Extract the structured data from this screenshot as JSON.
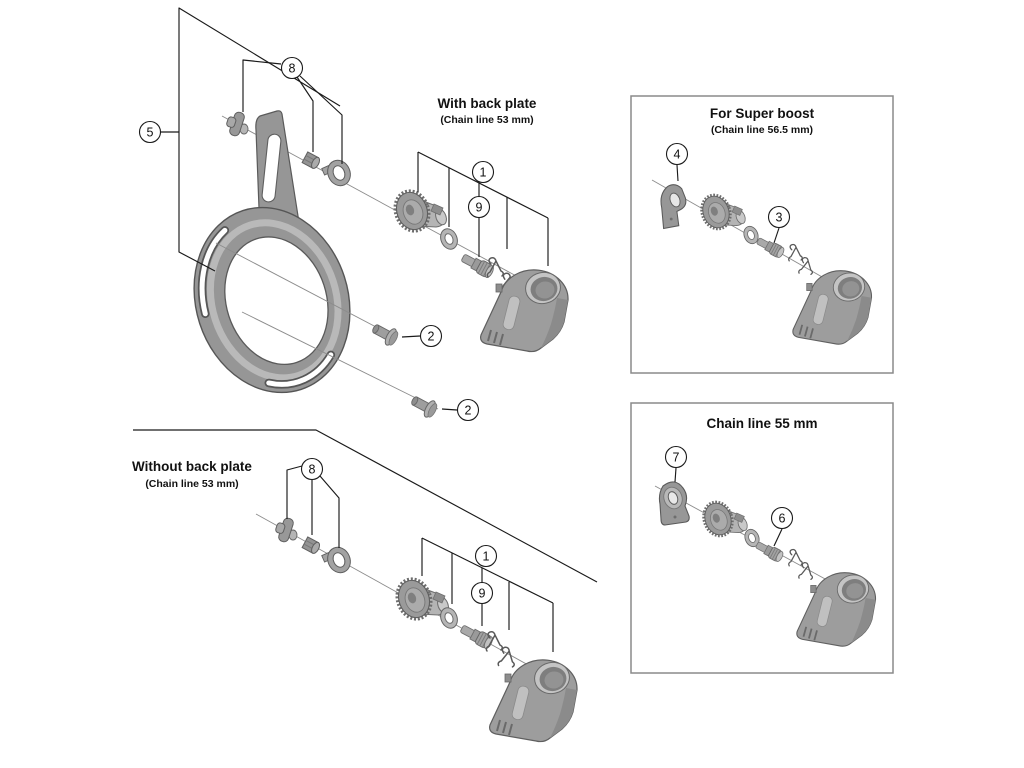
{
  "sections": {
    "with_back_plate": {
      "title": "With back plate",
      "subtitle": "(Chain line 53 mm)"
    },
    "without_back_plate": {
      "title": "Without back plate",
      "subtitle": "(Chain line 53 mm)"
    },
    "super_boost": {
      "title": "For Super boost",
      "subtitle": "(Chain line 56.5 mm)"
    },
    "chain_line_55": {
      "title": "Chain line 55 mm"
    }
  },
  "callouts": {
    "with_back_plate": [
      "5",
      "8",
      "1",
      "9",
      "2",
      "2"
    ],
    "without_back_plate": [
      "8",
      "1",
      "9"
    ],
    "super_boost": [
      "4",
      "3"
    ],
    "chain_line_55": [
      "7",
      "6"
    ]
  },
  "colors": {
    "background": "#ffffff",
    "line": "#1a1a1a",
    "box_border": "#8a8a8a",
    "axis_line": "#8c8c8c",
    "part_grey": "#9a9a9a",
    "part_grey_dark": "#6f6f6f",
    "part_grey_light": "#c4c4c4"
  }
}
